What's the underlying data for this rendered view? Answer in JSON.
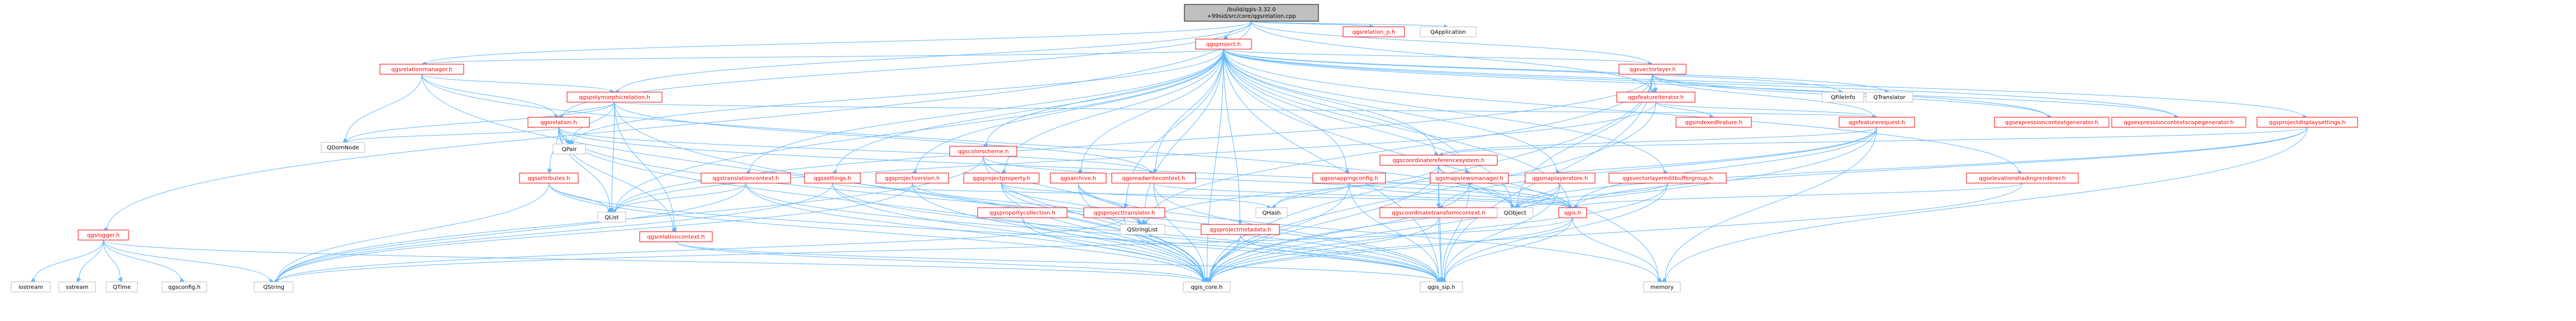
{
  "colors": {
    "root_fill": "#bfbfbf",
    "root_stroke": "#000000",
    "node_fill": "#ffffff",
    "header_text": "#000000",
    "link_text": "#ff0000",
    "header_stroke": "#ff0000",
    "external_stroke": "#bfbfbf",
    "edge": "#63b8ff"
  },
  "nodes": [
    {
      "id": "root",
      "label": "/build/qgis-3.32.0+99sid/src/core/qgsrelation.cpp",
      "kind": "root",
      "lines": [
        "/build/qgis-3.32.0",
        "+99sid/src/core/qgsrelation.cpp"
      ]
    },
    {
      "id": "qgsproject",
      "label": "qgsproject.h",
      "kind": "header"
    },
    {
      "id": "qgsrelation_p",
      "label": "qgsrelation_p.h",
      "kind": "header"
    },
    {
      "id": "QApplication",
      "label": "QApplication",
      "kind": "external"
    },
    {
      "id": "qgsrelationmanager",
      "label": "qgsrelationmanager.h",
      "kind": "header"
    },
    {
      "id": "qgspolymorphicrelation",
      "label": "qgspolymorphicrelation.h",
      "kind": "header"
    },
    {
      "id": "qgsrelation",
      "label": "qgsrelation.h",
      "kind": "header"
    },
    {
      "id": "qgslogger",
      "label": "qgslogger.h",
      "kind": "header"
    },
    {
      "id": "qgsvectorlayer",
      "label": "qgsvectorlayer.h",
      "kind": "header"
    },
    {
      "id": "qgsfeatureiterator",
      "label": "qgsfeatureiterator.h",
      "kind": "header"
    },
    {
      "id": "qgsfeaturerequest",
      "label": "qgsfeaturerequest.h",
      "kind": "header"
    },
    {
      "id": "qgsindexedfeature",
      "label": "qgsindexedfeature.h",
      "kind": "header"
    },
    {
      "id": "qgsexpressioncontextgenerator",
      "label": "qgsexpressioncontextgenerator.h",
      "kind": "header"
    },
    {
      "id": "qgsexpressioncontextscopegenerator",
      "label": "qgsexpressioncontextscopegenerator.h",
      "kind": "header"
    },
    {
      "id": "qgsprojectdisplaysettings",
      "label": "qgsprojectdisplaysettings.h",
      "kind": "header"
    },
    {
      "id": "qgscolorscheme",
      "label": "qgscolorscheme.h",
      "kind": "header"
    },
    {
      "id": "qgsattributes",
      "label": "qgsattributes.h",
      "kind": "header"
    },
    {
      "id": "qgstranslationcontext",
      "label": "qgstranslationcontext.h",
      "kind": "header"
    },
    {
      "id": "qgssettings",
      "label": "qgssettings.h",
      "kind": "header"
    },
    {
      "id": "qgsprojectversion",
      "label": "qgsprojectversion.h",
      "kind": "header"
    },
    {
      "id": "qgsprojectproperty",
      "label": "qgsprojectproperty.h",
      "kind": "header"
    },
    {
      "id": "qgsarchive",
      "label": "qgsarchive.h",
      "kind": "header"
    },
    {
      "id": "qgsreadwritecontext",
      "label": "qgsreadwritecontext.h",
      "kind": "header"
    },
    {
      "id": "qgsmapviewsmanager",
      "label": "qgsmapviewsmanager.h",
      "kind": "header"
    },
    {
      "id": "qgssnappingconfig",
      "label": "qgssnappingconfig.h",
      "kind": "header"
    },
    {
      "id": "qgscoordinatereferencesystem",
      "label": "qgscoordinatereferencesystem.h",
      "kind": "header"
    },
    {
      "id": "qgsmaplayerstore",
      "label": "qgsmaplayerstore.h",
      "kind": "header"
    },
    {
      "id": "qgsvectorlayereditbuffergroup",
      "label": "qgsvectorlayereditbuffergroup.h",
      "kind": "header"
    },
    {
      "id": "qgselevationshadingrenderer",
      "label": "qgselevationshadingrenderer.h",
      "kind": "header"
    },
    {
      "id": "qgspropertycollection",
      "label": "qgspropertycollection.h",
      "kind": "header"
    },
    {
      "id": "qgsprojecttranslator",
      "label": "qgsprojecttranslator.h",
      "kind": "header"
    },
    {
      "id": "qgsprojectmetadata",
      "label": "qgsprojectmetadata.h",
      "kind": "header"
    },
    {
      "id": "qgscoordinatetransformcontext",
      "label": "qgscoordinatetransformcontext.h",
      "kind": "header"
    },
    {
      "id": "qgsrelationcontext",
      "label": "qgsrelationcontext.h",
      "kind": "header"
    },
    {
      "id": "qgis",
      "label": "qgis.h",
      "kind": "header"
    },
    {
      "id": "QDomNode",
      "label": "QDomNode",
      "kind": "external"
    },
    {
      "id": "QPair",
      "label": "QPair",
      "kind": "external"
    },
    {
      "id": "QList",
      "label": "QList",
      "kind": "external"
    },
    {
      "id": "QFileInfo",
      "label": "QFileInfo",
      "kind": "external"
    },
    {
      "id": "QTranslator",
      "label": "QTranslator",
      "kind": "external"
    },
    {
      "id": "QStringList",
      "label": "QStringList",
      "kind": "external"
    },
    {
      "id": "QHash",
      "label": "QHash",
      "kind": "external"
    },
    {
      "id": "QObject",
      "label": "QObject",
      "kind": "external"
    },
    {
      "id": "qgis_core",
      "label": "qgis_core.h",
      "kind": "external"
    },
    {
      "id": "qgis_sip",
      "label": "qgis_sip.h",
      "kind": "external"
    },
    {
      "id": "QString",
      "label": "QString",
      "kind": "external"
    },
    {
      "id": "qgsconfig",
      "label": "qgsconfig.h",
      "kind": "external"
    },
    {
      "id": "memory",
      "label": "memory",
      "kind": "external"
    },
    {
      "id": "iostream",
      "label": "iostream",
      "kind": "external"
    },
    {
      "id": "sstream",
      "label": "sstream",
      "kind": "external"
    },
    {
      "id": "QTime",
      "label": "QTime",
      "kind": "external"
    }
  ],
  "edges": [
    [
      "root",
      "qgsproject"
    ],
    [
      "root",
      "qgsrelation_p"
    ],
    [
      "root",
      "QApplication"
    ],
    [
      "root",
      "qgsrelationmanager"
    ],
    [
      "root",
      "qgspolymorphicrelation"
    ],
    [
      "root",
      "qgsrelation"
    ],
    [
      "root",
      "qgslogger"
    ],
    [
      "root",
      "qgsvectorlayer"
    ],
    [
      "root",
      "qgsfeatureiterator"
    ],
    [
      "qgsproject",
      "qgsrelationmanager"
    ],
    [
      "qgsproject",
      "QFileInfo"
    ],
    [
      "qgsproject",
      "QTranslator"
    ],
    [
      "qgsproject",
      "qgsvectorlayer"
    ],
    [
      "qgsproject",
      "qgsexpressioncontextgenerator"
    ],
    [
      "qgsproject",
      "qgsexpressioncontextscopegenerator"
    ],
    [
      "qgsproject",
      "qgsprojectdisplaysettings"
    ],
    [
      "qgsproject",
      "qgscolorscheme"
    ],
    [
      "qgsproject",
      "qgstranslationcontext"
    ],
    [
      "qgsproject",
      "qgssettings"
    ],
    [
      "qgsproject",
      "qgsprojectversion"
    ],
    [
      "qgsproject",
      "qgsprojectproperty"
    ],
    [
      "qgsproject",
      "qgsarchive"
    ],
    [
      "qgsproject",
      "qgsreadwritecontext"
    ],
    [
      "qgsproject",
      "qgssnappingconfig"
    ],
    [
      "qgsproject",
      "qgsmapviewsmanager"
    ],
    [
      "qgsproject",
      "qgsmaplayerstore"
    ],
    [
      "qgsproject",
      "qgsvectorlayereditbuffergroup"
    ],
    [
      "qgsproject",
      "qgselevationshadingrenderer"
    ],
    [
      "qgsproject",
      "qgsprojecttranslator"
    ],
    [
      "qgsproject",
      "qgsprojectmetadata"
    ],
    [
      "qgsproject",
      "qgscoordinatereferencesystem"
    ],
    [
      "qgsproject",
      "QStringList"
    ],
    [
      "qgsproject",
      "QPair"
    ],
    [
      "qgsproject",
      "QList"
    ],
    [
      "qgsproject",
      "QObject"
    ],
    [
      "qgsproject",
      "qgis_core"
    ],
    [
      "qgsproject",
      "qgis_sip"
    ],
    [
      "qgsproject",
      "qgis"
    ],
    [
      "qgsproject",
      "memory"
    ],
    [
      "qgsrelationmanager",
      "qgspolymorphicrelation"
    ],
    [
      "qgsrelationmanager",
      "qgsrelation"
    ],
    [
      "qgsrelationmanager",
      "QDomNode"
    ],
    [
      "qgsrelationmanager",
      "qgis_core"
    ],
    [
      "qgsrelationmanager",
      "QObject"
    ],
    [
      "qgspolymorphicrelation",
      "qgsrelation"
    ],
    [
      "qgspolymorphicrelation",
      "QList"
    ],
    [
      "qgspolymorphicrelation",
      "QDomNode"
    ],
    [
      "qgspolymorphicrelation",
      "QPair"
    ],
    [
      "qgspolymorphicrelation",
      "qgis_core"
    ],
    [
      "qgspolymorphicrelation",
      "qgsreadwritecontext"
    ],
    [
      "qgspolymorphicrelation",
      "qgsrelationcontext"
    ],
    [
      "qgspolymorphicrelation",
      "qgsfeaturerequest"
    ],
    [
      "qgsrelation",
      "QList"
    ],
    [
      "qgsrelation",
      "QDomNode"
    ],
    [
      "qgsrelation",
      "QPair"
    ],
    [
      "qgsrelation",
      "qgsattributes"
    ],
    [
      "qgsrelation",
      "qgis_core"
    ],
    [
      "qgsrelation",
      "qgsreadwritecontext"
    ],
    [
      "qgsrelation",
      "qgsrelationcontext"
    ],
    [
      "qgsrelation",
      "qgis"
    ],
    [
      "qgsrelation",
      "qgis_sip"
    ],
    [
      "qgslogger",
      "iostream"
    ],
    [
      "qgslogger",
      "sstream"
    ],
    [
      "qgslogger",
      "QTime"
    ],
    [
      "qgslogger",
      "qgis_core"
    ],
    [
      "qgslogger",
      "qgsconfig"
    ],
    [
      "qgslogger",
      "QString"
    ],
    [
      "qgsvectorlayer",
      "qgsfeatureiterator"
    ],
    [
      "qgsvectorlayer",
      "qgsfeaturerequest"
    ],
    [
      "qgsvectorlayer",
      "qgsexpressioncontextgenerator"
    ],
    [
      "qgsvectorlayer",
      "qgsexpressioncontextscopegenerator"
    ],
    [
      "qgsvectorlayer",
      "qgis_core"
    ],
    [
      "qgsvectorlayer",
      "qgis_sip"
    ],
    [
      "qgsvectorlayer",
      "QList"
    ],
    [
      "qgsvectorlayer",
      "QStringList"
    ],
    [
      "qgsvectorlayer",
      "QObject"
    ],
    [
      "qgsfeatureiterator",
      "qgsfeaturerequest"
    ],
    [
      "qgsfeatureiterator",
      "qgsindexedfeature"
    ],
    [
      "qgsfeatureiterator",
      "qgis_core"
    ],
    [
      "qgsfeatureiterator",
      "QList"
    ],
    [
      "qgsfeaturerequest",
      "qgscoordinatereferencesystem"
    ],
    [
      "qgsfeaturerequest",
      "qgscoordinatetransformcontext"
    ],
    [
      "qgsfeaturerequest",
      "qgis"
    ],
    [
      "qgsfeaturerequest",
      "qgis_core"
    ],
    [
      "qgsfeaturerequest",
      "QStringList"
    ],
    [
      "qgsfeaturerequest",
      "memory"
    ],
    [
      "qgscoordinatereferencesystem",
      "qgscoordinatetransformcontext"
    ],
    [
      "qgscoordinatereferencesystem",
      "qgis"
    ],
    [
      "qgscoordinatereferencesystem",
      "qgis_core"
    ],
    [
      "qgscoordinatereferencesystem",
      "qgis_sip"
    ],
    [
      "qgscoordinatereferencesystem",
      "QObject"
    ],
    [
      "qgscoordinatereferencesystem",
      "QHash"
    ],
    [
      "qgscoordinatetransformcontext",
      "qgis_core"
    ],
    [
      "qgscoordinatetransformcontext",
      "qgis_sip"
    ],
    [
      "qgis",
      "qgis_core"
    ],
    [
      "qgis",
      "qgis_sip"
    ],
    [
      "qgis",
      "memory"
    ],
    [
      "qgis",
      "QString"
    ],
    [
      "qgsprojectdisplaysettings",
      "qgscoordinatereferencesystem"
    ],
    [
      "qgsprojectdisplaysettings",
      "qgis"
    ],
    [
      "qgsprojectdisplaysettings",
      "QObject"
    ],
    [
      "qgsprojectdisplaysettings",
      "memory"
    ],
    [
      "qgscolorscheme",
      "qgis_core"
    ],
    [
      "qgscolorscheme",
      "QString"
    ],
    [
      "qgscolorscheme",
      "QStringList"
    ],
    [
      "qgscolorscheme",
      "qgis"
    ],
    [
      "qgsattributes",
      "qgis_core"
    ],
    [
      "qgsattributes",
      "qgis_sip"
    ],
    [
      "qgsattributes",
      "QList"
    ],
    [
      "qgsattributes",
      "QString"
    ],
    [
      "qgstranslationcontext",
      "QString"
    ],
    [
      "qgstranslationcontext",
      "qgis_core"
    ],
    [
      "qgstranslationcontext",
      "qgis_sip"
    ],
    [
      "qgstranslationcontext",
      "QList"
    ],
    [
      "qgssettings",
      "qgis_core"
    ],
    [
      "qgssettings",
      "qgis_sip"
    ],
    [
      "qgssettings",
      "qgis"
    ],
    [
      "qgssettings",
      "QString"
    ],
    [
      "qgsprojectversion",
      "qgis_core"
    ],
    [
      "qgsprojectversion",
      "QStringList"
    ],
    [
      "qgsprojectversion",
      "QString"
    ],
    [
      "qgsprojectproperty",
      "qgis_core"
    ],
    [
      "qgsprojectproperty",
      "qgis_sip"
    ],
    [
      "qgsprojectproperty",
      "QStringList"
    ],
    [
      "qgsprojectproperty",
      "QHash"
    ],
    [
      "qgsarchive",
      "qgis_core"
    ],
    [
      "qgsarchive",
      "QStringList"
    ],
    [
      "qgsarchive",
      "memory"
    ],
    [
      "qgsreadwritecontext",
      "qgis"
    ],
    [
      "qgsreadwritecontext",
      "qgis_core"
    ],
    [
      "qgsreadwritecontext",
      "qgis_sip"
    ],
    [
      "qgssnappingconfig",
      "qgis_core"
    ],
    [
      "qgssnappingconfig",
      "qgis_sip"
    ],
    [
      "qgssnappingconfig",
      "qgis"
    ],
    [
      "qgssnappingconfig",
      "QHash"
    ],
    [
      "qgsmapviewsmanager",
      "qgis_core"
    ],
    [
      "qgsmapviewsmanager",
      "QObject"
    ],
    [
      "qgsmapviewsmanager",
      "qgis_sip"
    ],
    [
      "qgsmaplayerstore",
      "qgis_core"
    ],
    [
      "qgsmaplayerstore",
      "qgis_sip"
    ],
    [
      "qgsmaplayerstore",
      "QObject"
    ],
    [
      "qgsvectorlayereditbuffergroup",
      "qgis_core"
    ],
    [
      "qgsvectorlayereditbuffergroup",
      "qgis_sip"
    ],
    [
      "qgsvectorlayereditbuffergroup",
      "QObject"
    ],
    [
      "qgselevationshadingrenderer",
      "qgis_core"
    ],
    [
      "qgselevationshadingrenderer",
      "qgis"
    ],
    [
      "qgspropertycollection",
      "qgis_core"
    ],
    [
      "qgspropertycollection",
      "qgis_sip"
    ],
    [
      "qgsprojecttranslator",
      "qgis_core"
    ],
    [
      "qgsprojecttranslator",
      "QString"
    ],
    [
      "qgsprojectmetadata",
      "qgis_core"
    ],
    [
      "qgsprojectmetadata",
      "qgis_sip"
    ],
    [
      "qgsrelationcontext",
      "qgis_core"
    ],
    [
      "qgsrelationcontext",
      "qgis_sip"
    ]
  ]
}
